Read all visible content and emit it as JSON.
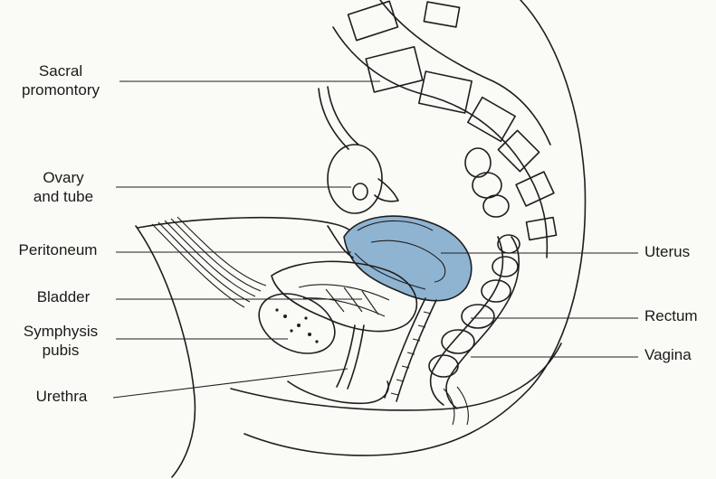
{
  "labels": {
    "sacral_promontory": [
      "Sacral",
      "promontory"
    ],
    "ovary_and_tube": [
      "Ovary",
      "and tube"
    ],
    "peritoneum": "Peritoneum",
    "bladder": "Bladder",
    "symphysis_pubis": [
      "Symphysis",
      "pubis"
    ],
    "urethra": "Urethra",
    "uterus": "Uterus",
    "rectum": "Rectum",
    "vagina": "Vagina"
  },
  "colors": {
    "uterus_fill": "#8fb4d2",
    "line": "#1e1e1e",
    "background": "#fafaf6"
  }
}
